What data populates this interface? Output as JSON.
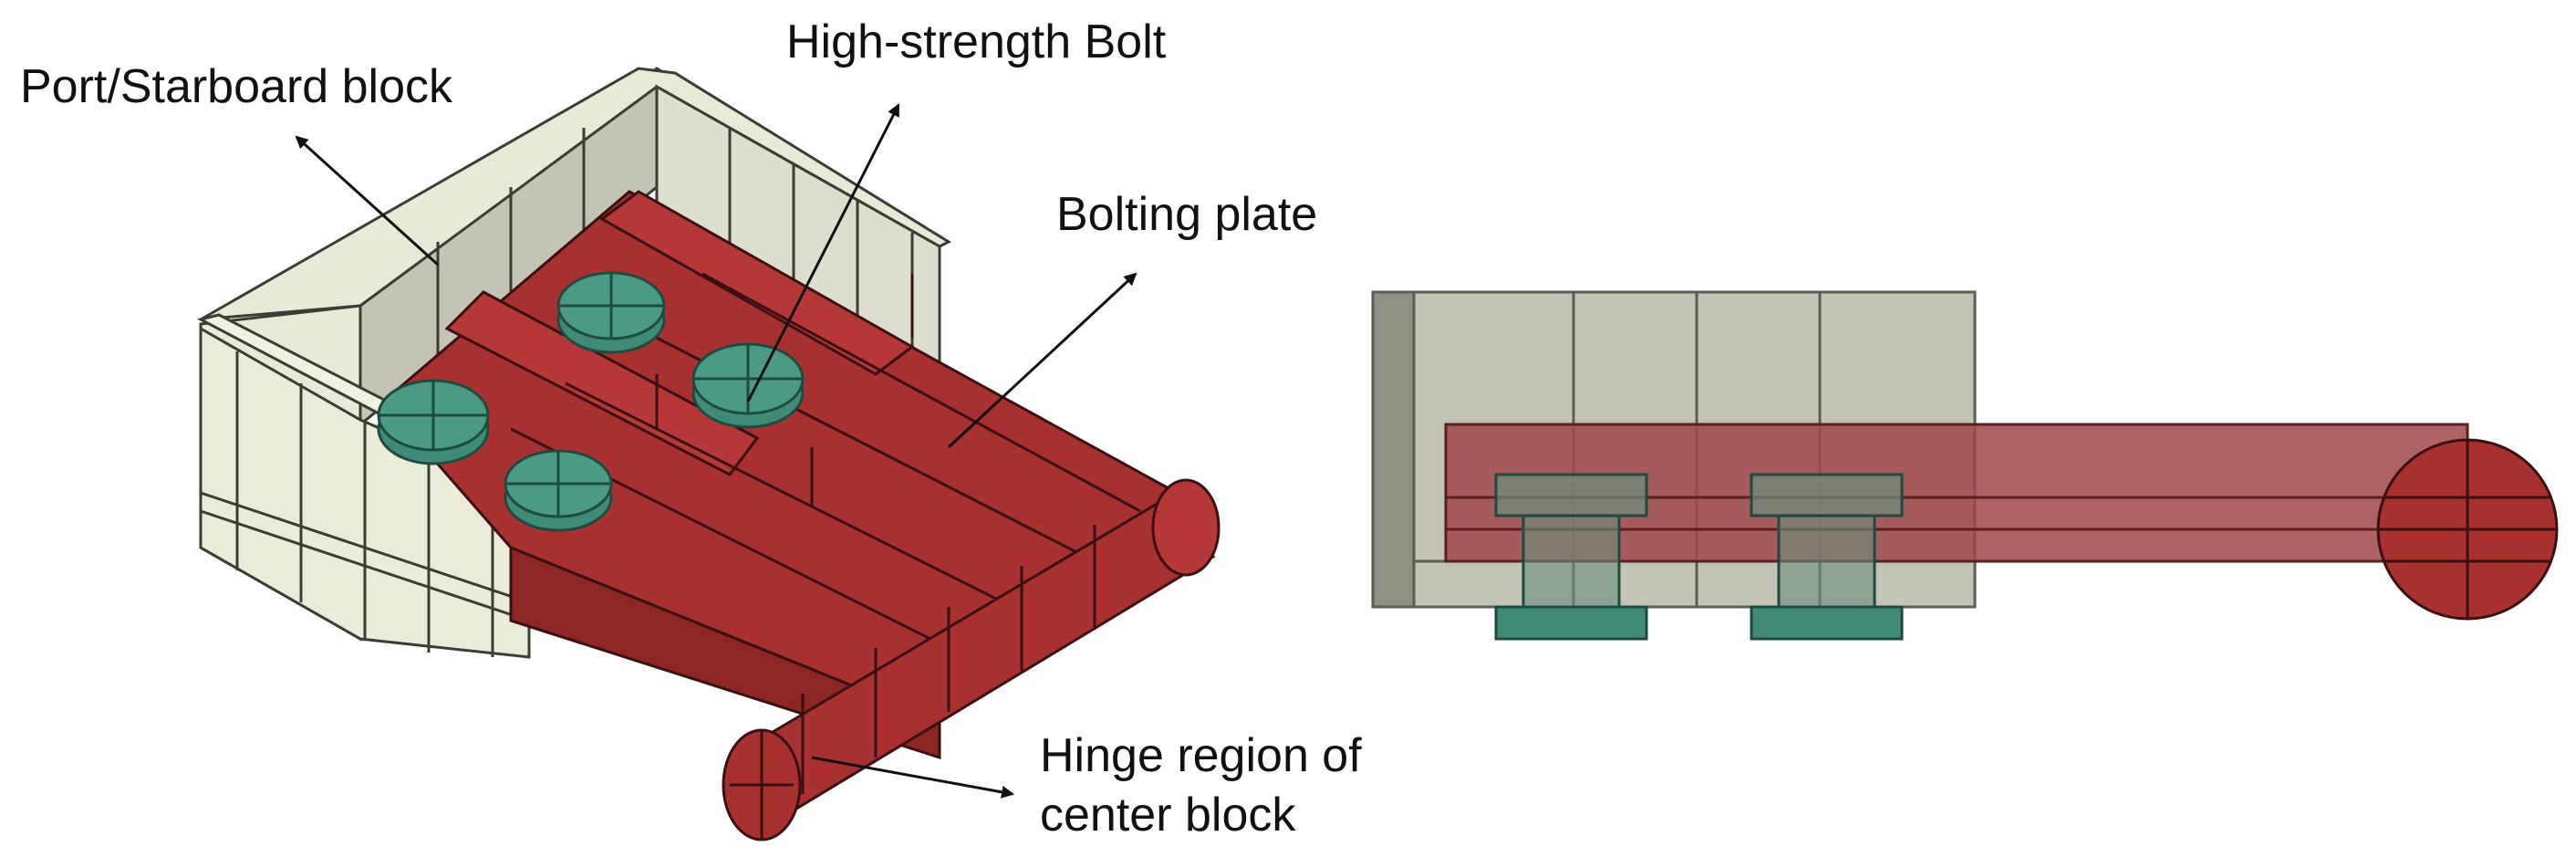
{
  "labels": {
    "port_starboard_block": "Port/Starboard block",
    "high_strength_bolt": "High-strength Bolt",
    "bolting_plate": "Bolting plate",
    "hinge_line1": "Hinge region of",
    "hinge_line2": "center block"
  },
  "colors": {
    "block_face": "#e9e9d8",
    "block_inner": "#c4c4b4",
    "block_dark": "#8f9184",
    "plate_red": "#a8312f",
    "plate_red_dark": "#8e2624",
    "bolt_green": "#3f8b77",
    "translucent_red": "#a0494a",
    "side_gray": "#c3c4b6"
  }
}
